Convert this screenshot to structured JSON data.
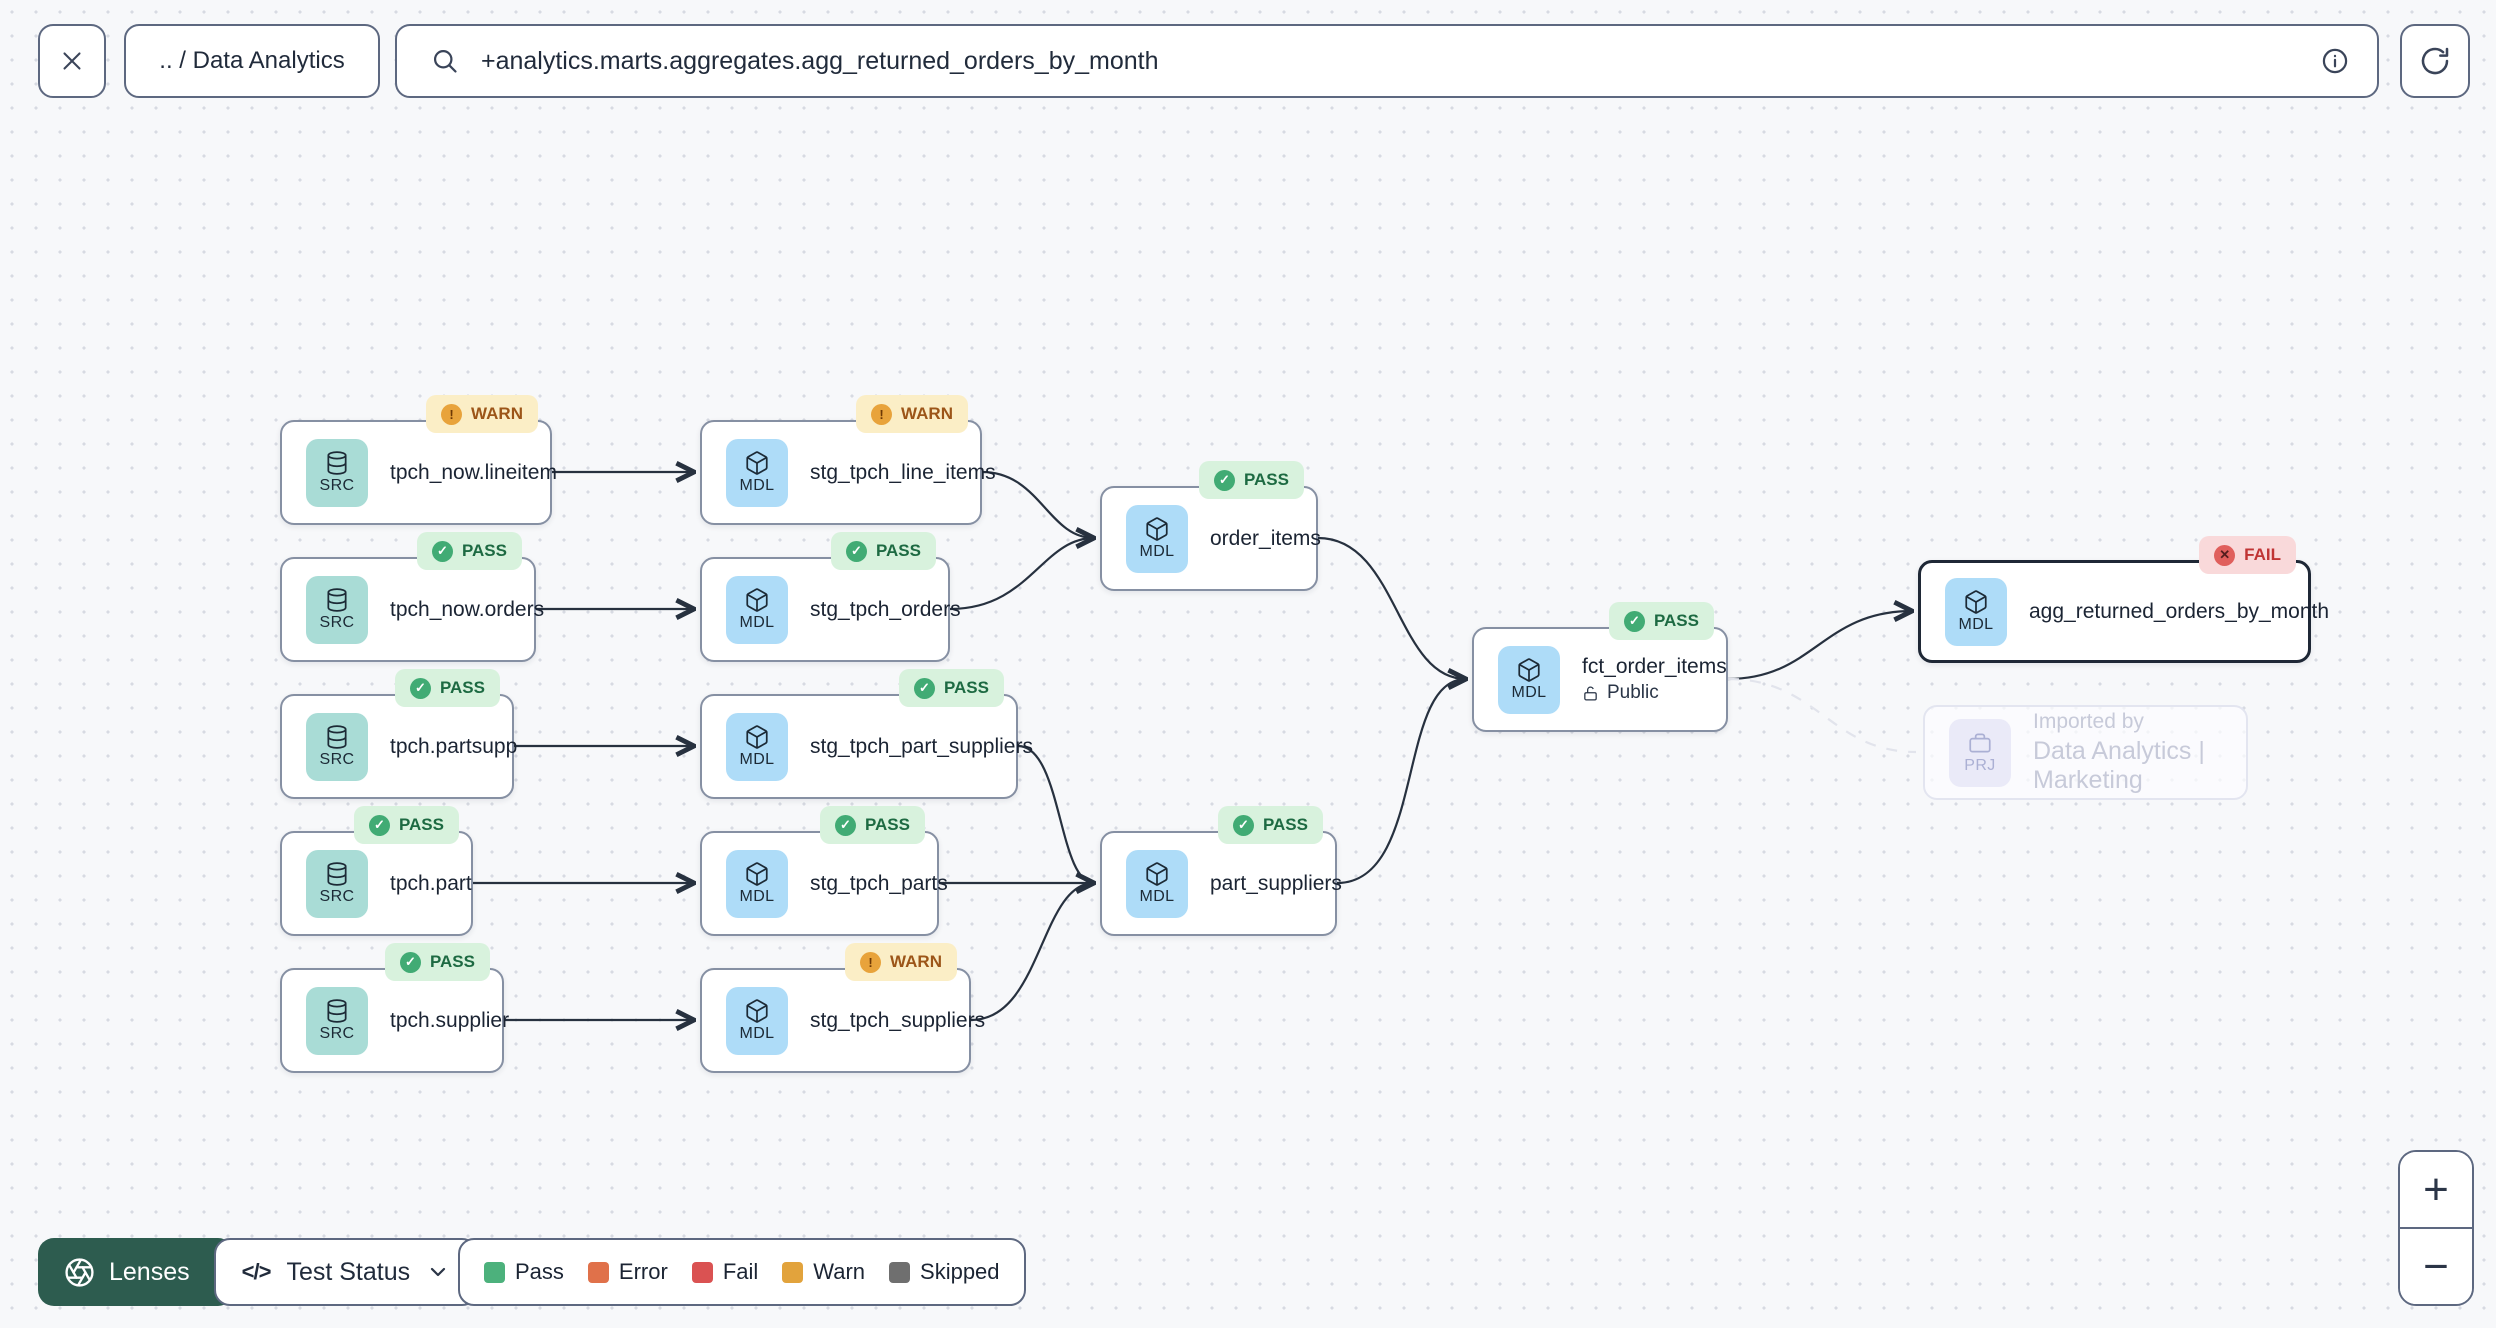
{
  "toolbar": {
    "breadcrumb": ".. / Data Analytics",
    "search_value": "+analytics.marts.aggregates.agg_returned_orders_by_month"
  },
  "icons": {
    "pass_glyph": "✓",
    "warn_glyph": "!",
    "fail_glyph": "✕",
    "code_glyph": "</>",
    "zoom_in_glyph": "+",
    "zoom_out_glyph": "−"
  },
  "nodes": [
    {
      "id": "tpch_now.lineitem",
      "type": "SRC",
      "label": "tpch_now.lineitem",
      "status": "WARN"
    },
    {
      "id": "stg_tpch_line_items",
      "type": "MDL",
      "label": "stg_tpch_line_items",
      "status": "WARN"
    },
    {
      "id": "tpch_now.orders",
      "type": "SRC",
      "label": "tpch_now.orders",
      "status": "PASS"
    },
    {
      "id": "stg_tpch_orders",
      "type": "MDL",
      "label": "stg_tpch_orders",
      "status": "PASS"
    },
    {
      "id": "order_items",
      "type": "MDL",
      "label": "order_items",
      "status": "PASS"
    },
    {
      "id": "tpch.partsupp",
      "type": "SRC",
      "label": "tpch.partsupp",
      "status": "PASS"
    },
    {
      "id": "stg_tpch_part_suppliers",
      "type": "MDL",
      "label": "stg_tpch_part_suppliers",
      "status": "PASS"
    },
    {
      "id": "fct_order_items",
      "type": "MDL",
      "label": "fct_order_items",
      "status": "PASS",
      "visibility": "Public"
    },
    {
      "id": "tpch.part",
      "type": "SRC",
      "label": "tpch.part",
      "status": "PASS"
    },
    {
      "id": "stg_tpch_parts",
      "type": "MDL",
      "label": "stg_tpch_parts",
      "status": "PASS"
    },
    {
      "id": "part_suppliers",
      "type": "MDL",
      "label": "part_suppliers",
      "status": "PASS"
    },
    {
      "id": "tpch.supplier",
      "type": "SRC",
      "label": "tpch.supplier",
      "status": "PASS"
    },
    {
      "id": "stg_tpch_suppliers",
      "type": "MDL",
      "label": "stg_tpch_suppliers",
      "status": "WARN"
    },
    {
      "id": "agg_returned_orders_by_month",
      "type": "MDL",
      "label": "agg_returned_orders_by_month",
      "status": "FAIL",
      "selected": true
    },
    {
      "id": "imported_by_project",
      "type": "PRJ",
      "line1": "Imported by",
      "line2": "Data Analytics | Marketing",
      "ghost": true
    }
  ],
  "edges": [
    {
      "from": "tpch_now.lineitem",
      "to": "stg_tpch_line_items",
      "style": "solid"
    },
    {
      "from": "tpch_now.orders",
      "to": "stg_tpch_orders",
      "style": "solid"
    },
    {
      "from": "tpch.partsupp",
      "to": "stg_tpch_part_suppliers",
      "style": "solid"
    },
    {
      "from": "tpch.part",
      "to": "stg_tpch_parts",
      "style": "solid"
    },
    {
      "from": "tpch.supplier",
      "to": "stg_tpch_suppliers",
      "style": "solid"
    },
    {
      "from": "stg_tpch_line_items",
      "to": "order_items",
      "style": "solid"
    },
    {
      "from": "stg_tpch_orders",
      "to": "order_items",
      "style": "solid"
    },
    {
      "from": "order_items",
      "to": "fct_order_items",
      "style": "solid"
    },
    {
      "from": "stg_tpch_part_suppliers",
      "to": "part_suppliers",
      "style": "solid"
    },
    {
      "from": "stg_tpch_parts",
      "to": "part_suppliers",
      "style": "solid"
    },
    {
      "from": "stg_tpch_suppliers",
      "to": "part_suppliers",
      "style": "solid"
    },
    {
      "from": "part_suppliers",
      "to": "fct_order_items",
      "style": "solid"
    },
    {
      "from": "fct_order_items",
      "to": "agg_returned_orders_by_month",
      "style": "solid"
    },
    {
      "from": "fct_order_items",
      "to": "imported_by_project",
      "style": "dashed"
    }
  ],
  "controls": {
    "lenses_label": "Lenses",
    "lens_selected": "Test Status"
  },
  "legend": {
    "items": [
      {
        "label": "Pass",
        "color": "#4cb17c"
      },
      {
        "label": "Error",
        "color": "#e0714a"
      },
      {
        "label": "Fail",
        "color": "#da5252"
      },
      {
        "label": "Warn",
        "color": "#e2a33c"
      },
      {
        "label": "Skipped",
        "color": "#6f6f6f"
      }
    ]
  },
  "colors": {
    "background": "#f7f8fa",
    "grid_dot": "#d7dae2",
    "toolbar_border": "#5d6880",
    "node_border": "#8690a3",
    "selected_border": "#1f2836",
    "edge": "#27313f",
    "ghost_edge": "#e2e4ec",
    "src_icon_bg": "#a9dcd6",
    "mdl_icon_bg": "#aedcf8",
    "prj_icon_bg": "#eaeaf8",
    "pass_bg": "#d8f2dd",
    "pass_fg": "#1d6a42",
    "pass_dot": "#41ab74",
    "warn_bg": "#fbeec6",
    "warn_fg": "#9c5518",
    "warn_dot": "#e8a33b",
    "fail_bg": "#f9d9da",
    "fail_fg": "#c03434",
    "fail_dot": "#e05f5c",
    "lenses_bg": "#2d5c4f",
    "text": "#212b3b"
  }
}
